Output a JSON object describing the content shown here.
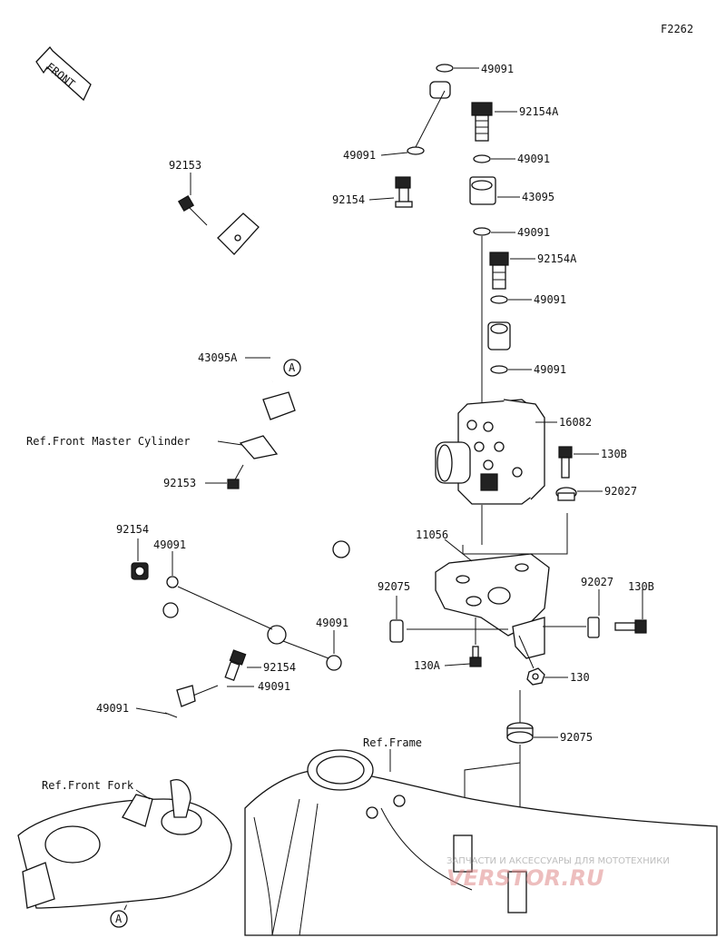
{
  "figure_id": "F2262",
  "front_label": "FRONT",
  "circle_ref": "A",
  "refs": {
    "master_cylinder": "Ref.Front Master Cylinder",
    "frame": "Ref.Frame",
    "fork": "Ref.Front Fork"
  },
  "parts": {
    "p49091_a": "49091",
    "p92154A_a": "92154A",
    "p49091_b": "49091",
    "p49091_c": "49091",
    "p43095": "43095",
    "p92153_top": "92153",
    "p92154_top": "92154",
    "p49091_d": "49091",
    "p92154A_b": "92154A",
    "p49091_e": "49091",
    "p49091_f": "49091",
    "p43095A": "43095A",
    "p16082": "16082",
    "p130B_a": "130B",
    "p92027_a": "92027",
    "p92153_mid": "92153",
    "p11056": "11056",
    "p92154_left": "92154",
    "p49091_g": "49091",
    "p92075_a": "92075",
    "p92027_b": "92027",
    "p130B_b": "130B",
    "p49091_h": "49091",
    "p92154_low": "92154",
    "p49091_i": "49091",
    "p130A": "130A",
    "p130": "130",
    "p49091_j": "49091",
    "p92075_b": "92075"
  },
  "watermark": {
    "line1": "ЗАПЧАСТИ И АКСЕССУАРЫ ДЛЯ МОТОТЕХНИКИ",
    "line2": "VERSTOR.RU"
  }
}
